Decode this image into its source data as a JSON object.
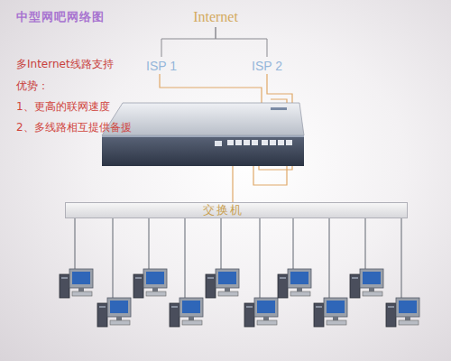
{
  "diagram": {
    "title": "中型网吧网络图",
    "nodes": [
      {
        "text": [
          "Internet"
        ]
      },
      {
        "text": [
          "ISP 1"
        ]
      },
      {
        "text": [
          "ISP 2"
        ]
      },
      {
        "text": [
          "交换机"
        ]
      }
    ],
    "edges": [
      {
        "from": 0,
        "to": 1,
        "arrow": "none"
      },
      {
        "from": 0,
        "to": 2,
        "arrow": "none"
      }
    ],
    "labels": [
      "多Internet线路支持",
      "优势：",
      "1、更高的联网速度",
      "2、多线路相互提供备援"
    ]
  }
}
